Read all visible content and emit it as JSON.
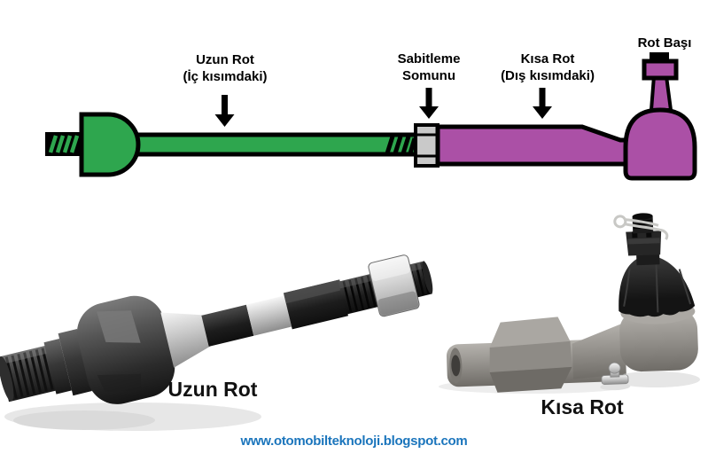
{
  "diagram": {
    "long_rod_label_line1": "Uzun Rot",
    "long_rod_label_line2": "(İç kısımdaki)",
    "lock_nut_label_line1": "Sabitleme",
    "lock_nut_label_line2": "Somunu",
    "short_rod_label_line1": "Kısa Rot",
    "short_rod_label_line2": "(Dış kısımdaki)",
    "rod_end_label": "Rot Başı",
    "colors": {
      "long_rod_green": "#2EA64E",
      "short_rod_purple": "#AB50A6",
      "lock_nut_gray": "#C9C9C9",
      "outline_black": "#000000"
    }
  },
  "photos": {
    "inner_tie_rod": {
      "caption": "Uzun Rot"
    },
    "outer_tie_rod": {
      "caption": "Kısa Rot"
    }
  },
  "footer": {
    "url": "www.otomobilteknoloji.blogspot.com",
    "color": "#1B75BC"
  }
}
